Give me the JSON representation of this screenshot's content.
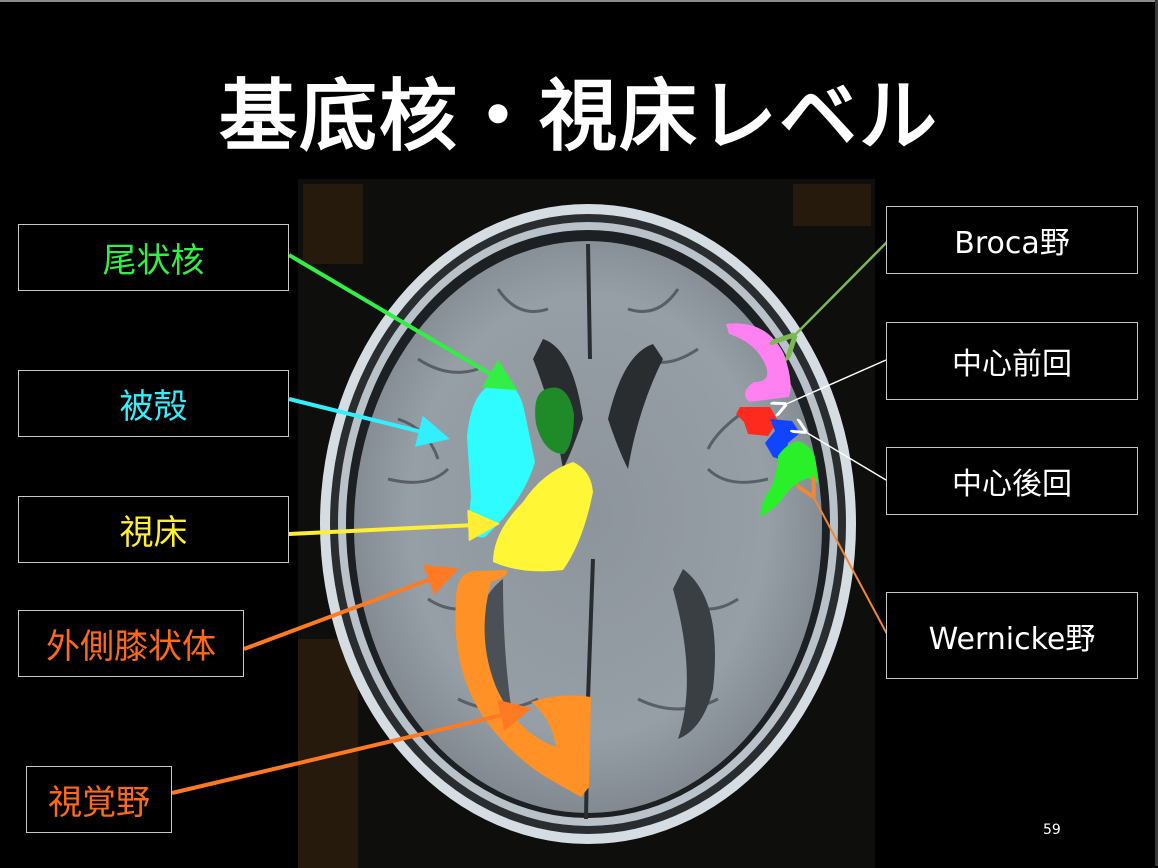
{
  "slide": {
    "title": "基底核・視床レベル",
    "page_number": "59",
    "background": "#000000"
  },
  "left_labels": [
    {
      "id": "caudate",
      "label": "尾状核",
      "color": "#33ee44"
    },
    {
      "id": "putamen",
      "label": "被殻",
      "color": "#33eeff"
    },
    {
      "id": "thalamus",
      "label": "視床",
      "color": "#ffee33"
    },
    {
      "id": "lgn",
      "label": "外側膝状体",
      "color": "#ff6a1a"
    },
    {
      "id": "visual-cortex",
      "label": "視覚野",
      "color": "#ff6a1a"
    }
  ],
  "right_labels": [
    {
      "id": "broca",
      "label": "Broca野",
      "color": "#ffffff",
      "arrow_color": "#7ab854"
    },
    {
      "id": "precentral",
      "label": "中心前回",
      "color": "#ffffff",
      "arrow_color": "#ffffff"
    },
    {
      "id": "postcentral",
      "label": "中心後回",
      "color": "#ffffff",
      "arrow_color": "#ffffff"
    },
    {
      "id": "wernicke",
      "label": "Wernicke野",
      "color": "#ffffff",
      "arrow_color": "#f0883a"
    }
  ],
  "region_colors": {
    "caudate": "#1e8a28",
    "putamen": "#2ffcff",
    "thalamus": "#fff736",
    "optic_radiation": "#ff9126",
    "broca": "#ff80f0",
    "precentral": "#ff2a1e",
    "postcentral": "#1044ff",
    "wernicke": "#2af02a"
  }
}
